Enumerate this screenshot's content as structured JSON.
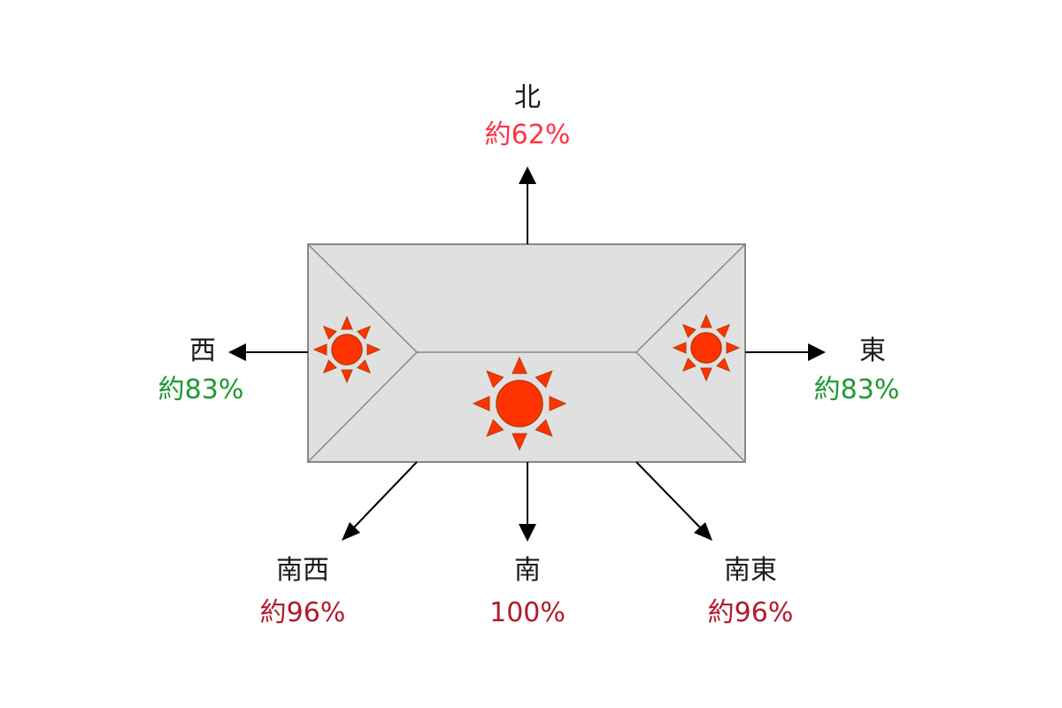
{
  "colors": {
    "roof_fill": "#e0e0e0",
    "roof_stroke": "#888888",
    "sun_fill": "#ff3300",
    "sun_stroke": "#b83a00",
    "arrow": "#000000",
    "label_text": "#1a1a1a",
    "pct_red": "#ff3344",
    "pct_green": "#1e9a30",
    "pct_darkred": "#b01c2a"
  },
  "directions": {
    "north": {
      "label": "北",
      "value": "約62%"
    },
    "west": {
      "label": "西",
      "value": "約83%"
    },
    "east": {
      "label": "東",
      "value": "約83%"
    },
    "southwest": {
      "label": "南西",
      "value": "約96%"
    },
    "south": {
      "label": "南",
      "value": "100%"
    },
    "southeast": {
      "label": "南東",
      "value": "約96%"
    }
  },
  "icons": {
    "sun_large": "sun-icon",
    "sun_small_west": "sun-icon",
    "sun_small_east": "sun-icon"
  }
}
